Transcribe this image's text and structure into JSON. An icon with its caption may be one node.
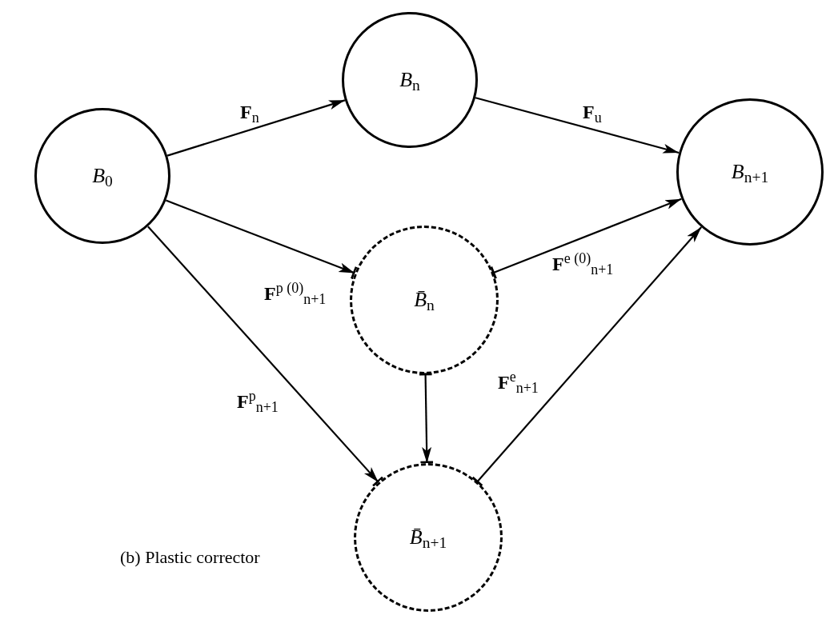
{
  "diagram": {
    "caption": "(b) Plastic corrector",
    "nodes": [
      {
        "text": [
          "*B*$_{0}$"
        ]
      },
      {
        "text": [
          "*B*$_{n}$"
        ]
      },
      {
        "text": [
          "*B*$_{n+1}$"
        ]
      },
      {
        "text": [
          "*B̄*$_{n}$"
        ]
      },
      {
        "text": [
          "*B̄*$_{n+1}$"
        ]
      }
    ],
    "edges": [
      {
        "from": 0,
        "to": 1,
        "arrow": "to",
        "label": "**F**$_{n}$"
      },
      {
        "from": 1,
        "to": 2,
        "arrow": "to",
        "label": "**F**$_{u}$"
      },
      {
        "from": 0,
        "to": 3,
        "arrow": "to",
        "label": "**F**$^{p (0)}$$_{n+1}$"
      },
      {
        "from": 3,
        "to": 2,
        "arrow": "to",
        "label": "**F**$^{e (0)}$$_{n+1}$"
      },
      {
        "from": 0,
        "to": 4,
        "arrow": "to",
        "label": "**F**$^{p}$$_{n+1}$"
      },
      {
        "from": 3,
        "to": 4,
        "arrow": "to"
      },
      {
        "from": 4,
        "to": 2,
        "arrow": "to",
        "label": "**F**$^{e}$$_{n+1}$"
      }
    ]
  }
}
